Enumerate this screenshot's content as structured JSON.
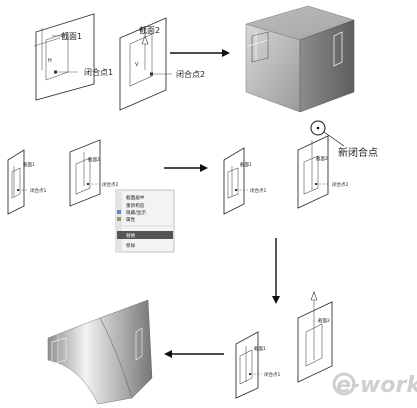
{
  "labels": {
    "section1": "截面1",
    "section2": "截面2",
    "closure1": "闭合点1",
    "closure2": "闭合点2",
    "new_closure": "新闭合点"
  },
  "context_menu": {
    "items": [
      {
        "label": "截面居中"
      },
      {
        "label": "重新构造"
      },
      {
        "label": "隐藏/显示"
      },
      {
        "label": "属性"
      },
      {
        "label": "替换",
        "highlighted": true
      },
      {
        "label": "移除"
      }
    ]
  },
  "watermark": {
    "text": "e-works",
    "color": "#cfcfcf"
  },
  "colors": {
    "surface_light": "#dcdcdc",
    "surface_dark": "#8a8a8a",
    "highlight": "#555555"
  }
}
